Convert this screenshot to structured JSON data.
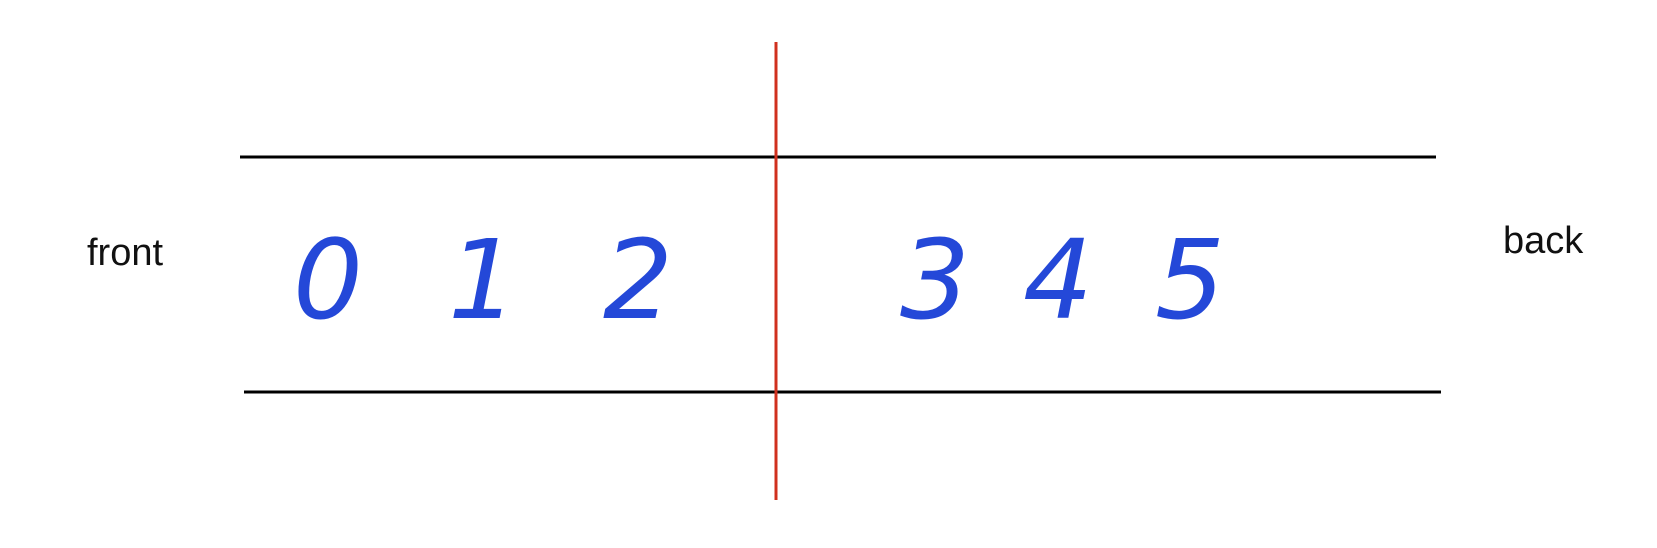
{
  "labels": {
    "front": "front",
    "back": "back"
  },
  "queue_items": [
    "0",
    "1",
    "2",
    "3",
    "4",
    "5"
  ],
  "split_after_index": 2,
  "colors": {
    "rail_line": "#000000",
    "split_line": "#d0301e",
    "digits": "#2448d8",
    "text": "#111111"
  }
}
